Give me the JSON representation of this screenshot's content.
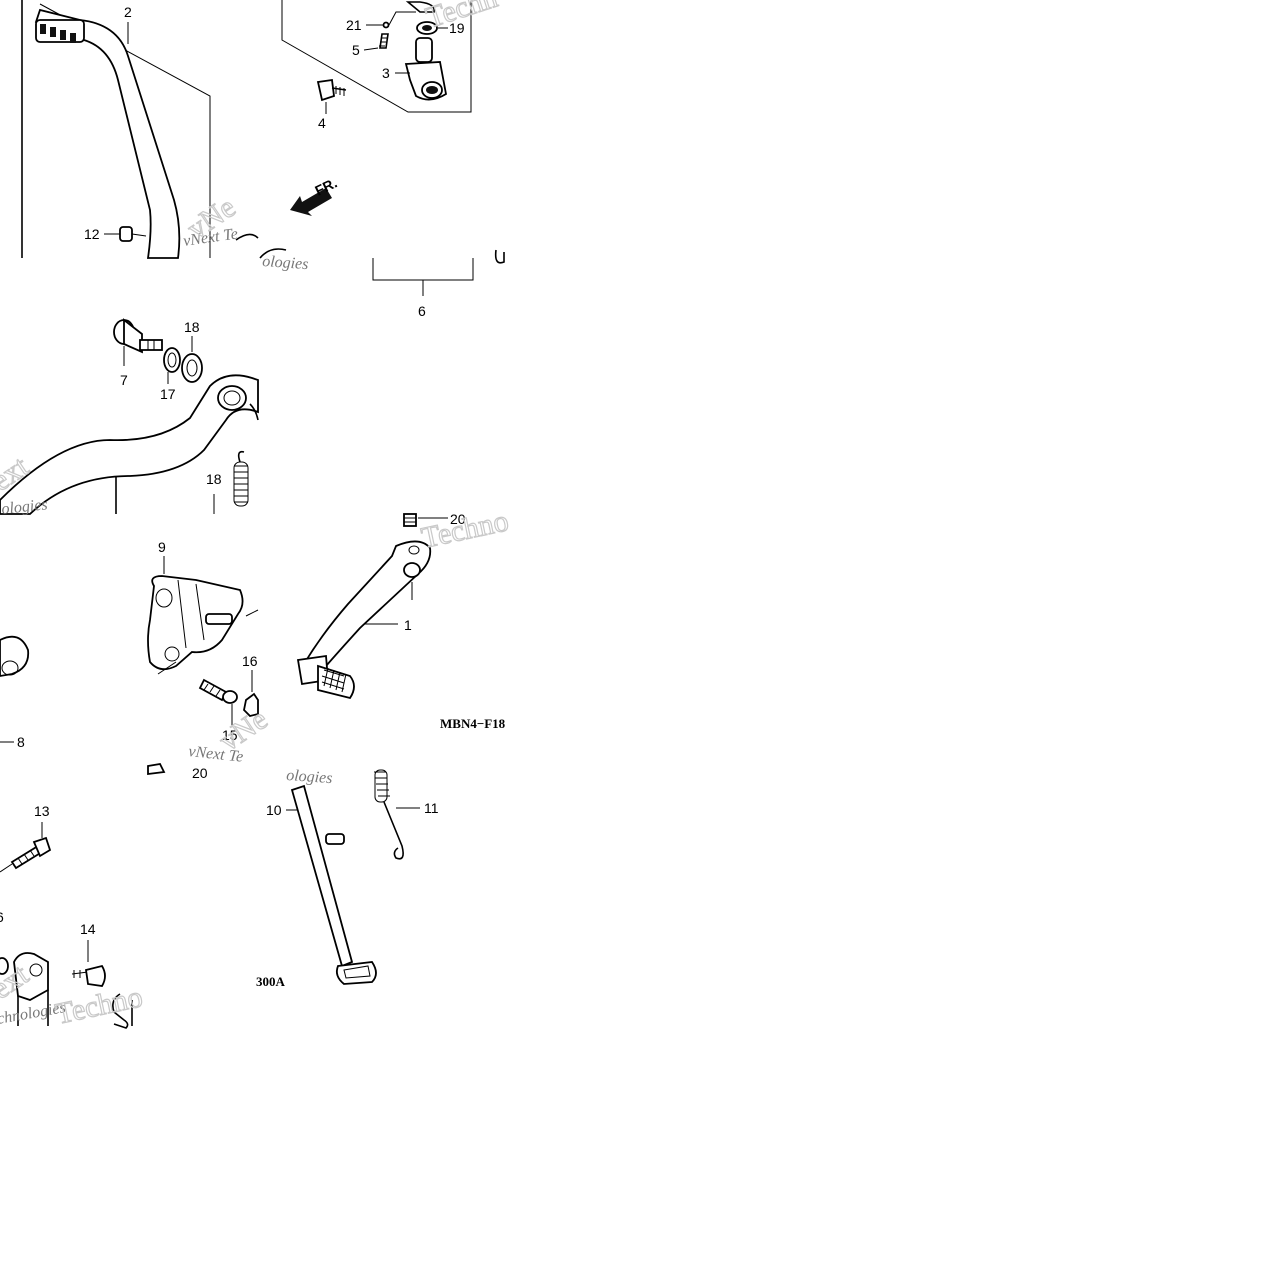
{
  "callouts": {
    "c1": "1",
    "c2": "2",
    "c3": "3",
    "c4": "4",
    "c5": "5",
    "c6": "6",
    "c7": "7",
    "c8": "8",
    "c9": "9",
    "c10": "10",
    "c11": "11",
    "c12": "12",
    "c13": "13",
    "c14": "14",
    "c15": "15",
    "c16": "16",
    "c17": "17",
    "c18a": "18",
    "c18b": "18",
    "c19": "19",
    "c20a": "20",
    "c20b": "20",
    "c21": "21",
    "c_partial6": "6"
  },
  "direction": {
    "label": "FR."
  },
  "codes": {
    "code_a": "MBN4−F18",
    "code_b": "300A"
  },
  "watermarks": {
    "wm1": "vNext Te",
    "wm2": "ologies",
    "wm3": "Techn",
    "wm4": "Techno",
    "wm5": "vNext Te",
    "wm6": "ologies",
    "wm7": "ext",
    "wm8": "ologies",
    "wm9": "chnologies",
    "wm10": "ext",
    "wm11": "vNe",
    "wm12": "Techno"
  }
}
